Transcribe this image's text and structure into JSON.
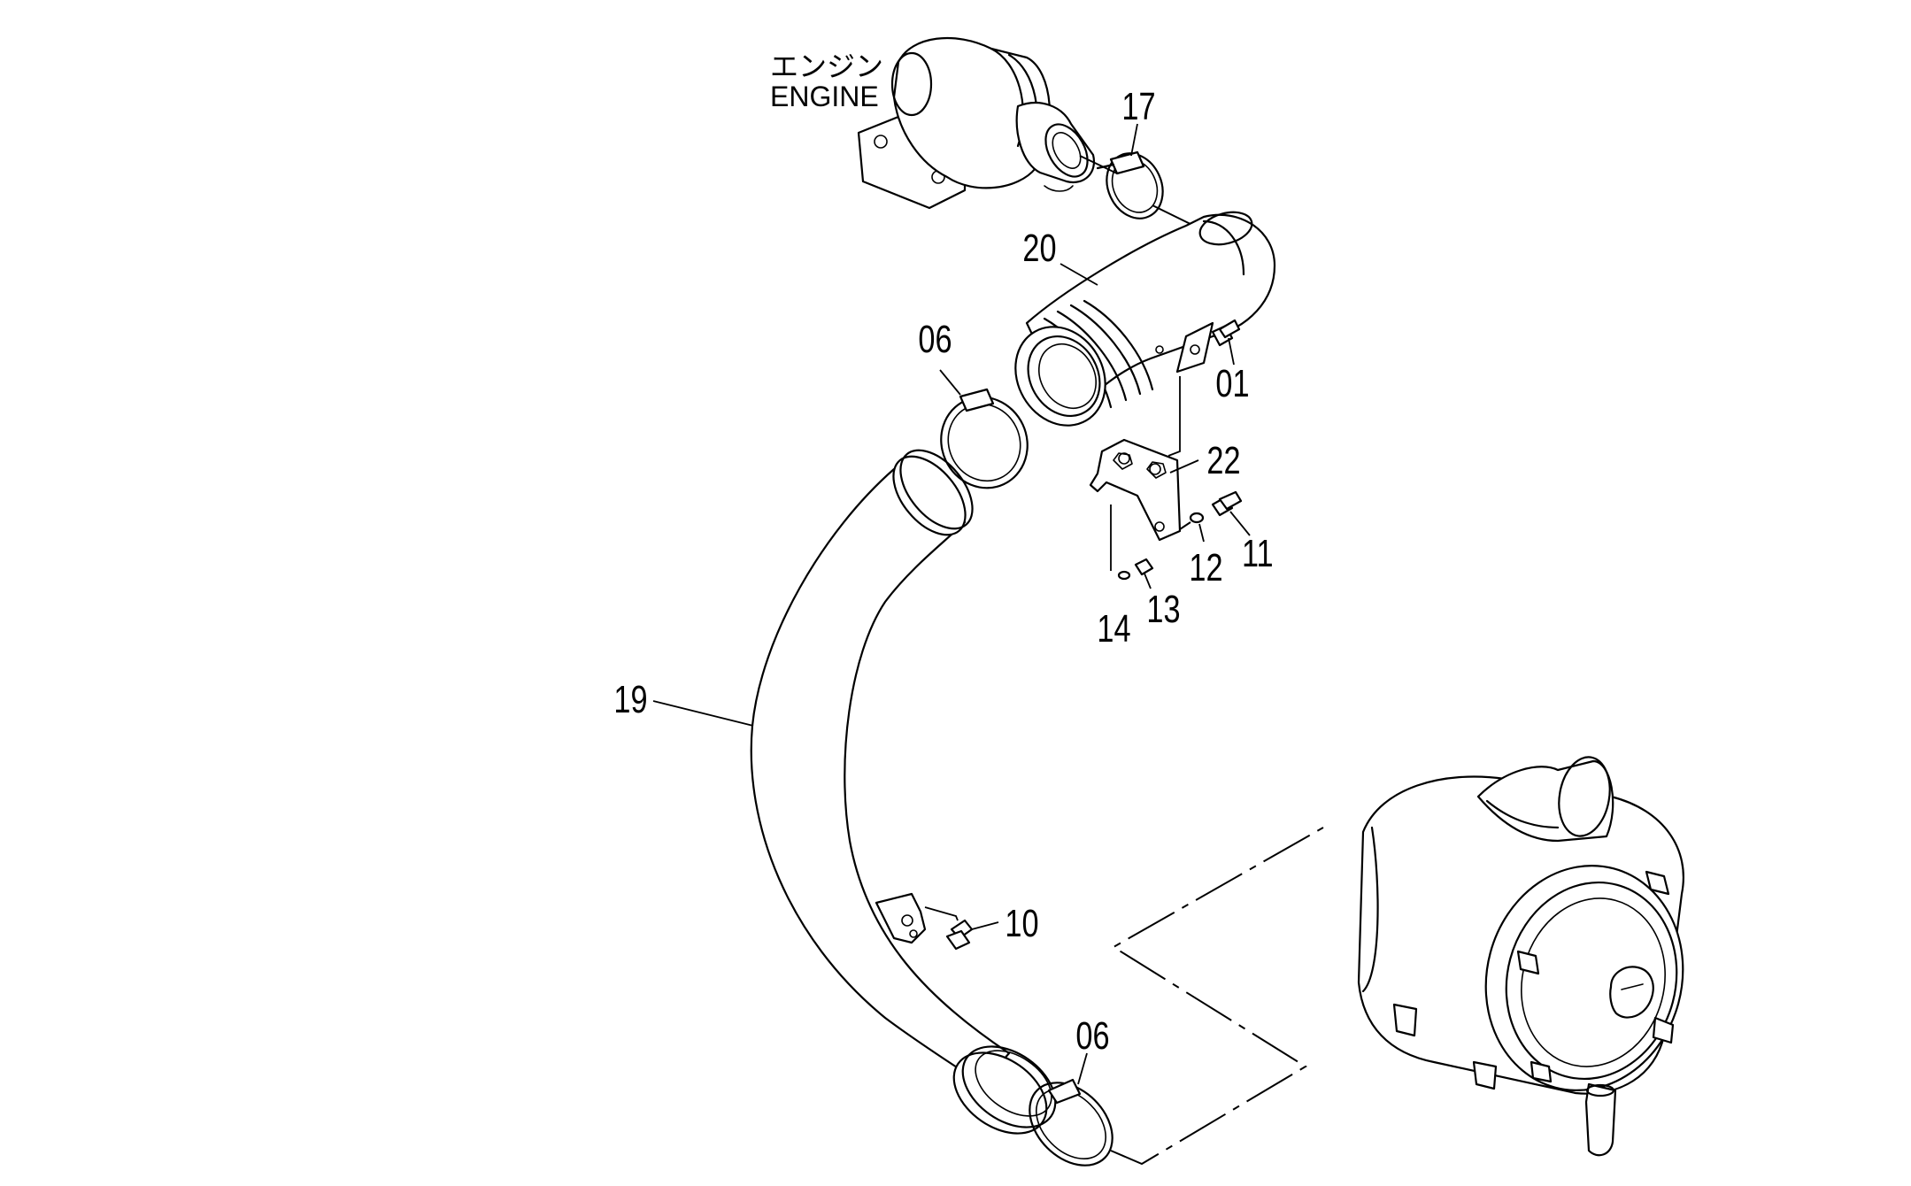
{
  "engine_label": {
    "japanese": "エンジン",
    "english": "ENGINE"
  },
  "part_labels": {
    "p17": "17",
    "p20": "20",
    "p06_top": "06",
    "p01": "01",
    "p22": "22",
    "p11": "11",
    "p12": "12",
    "p13": "13",
    "p14": "14",
    "p19": "19",
    "p10": "10",
    "p06_bottom": "06"
  }
}
